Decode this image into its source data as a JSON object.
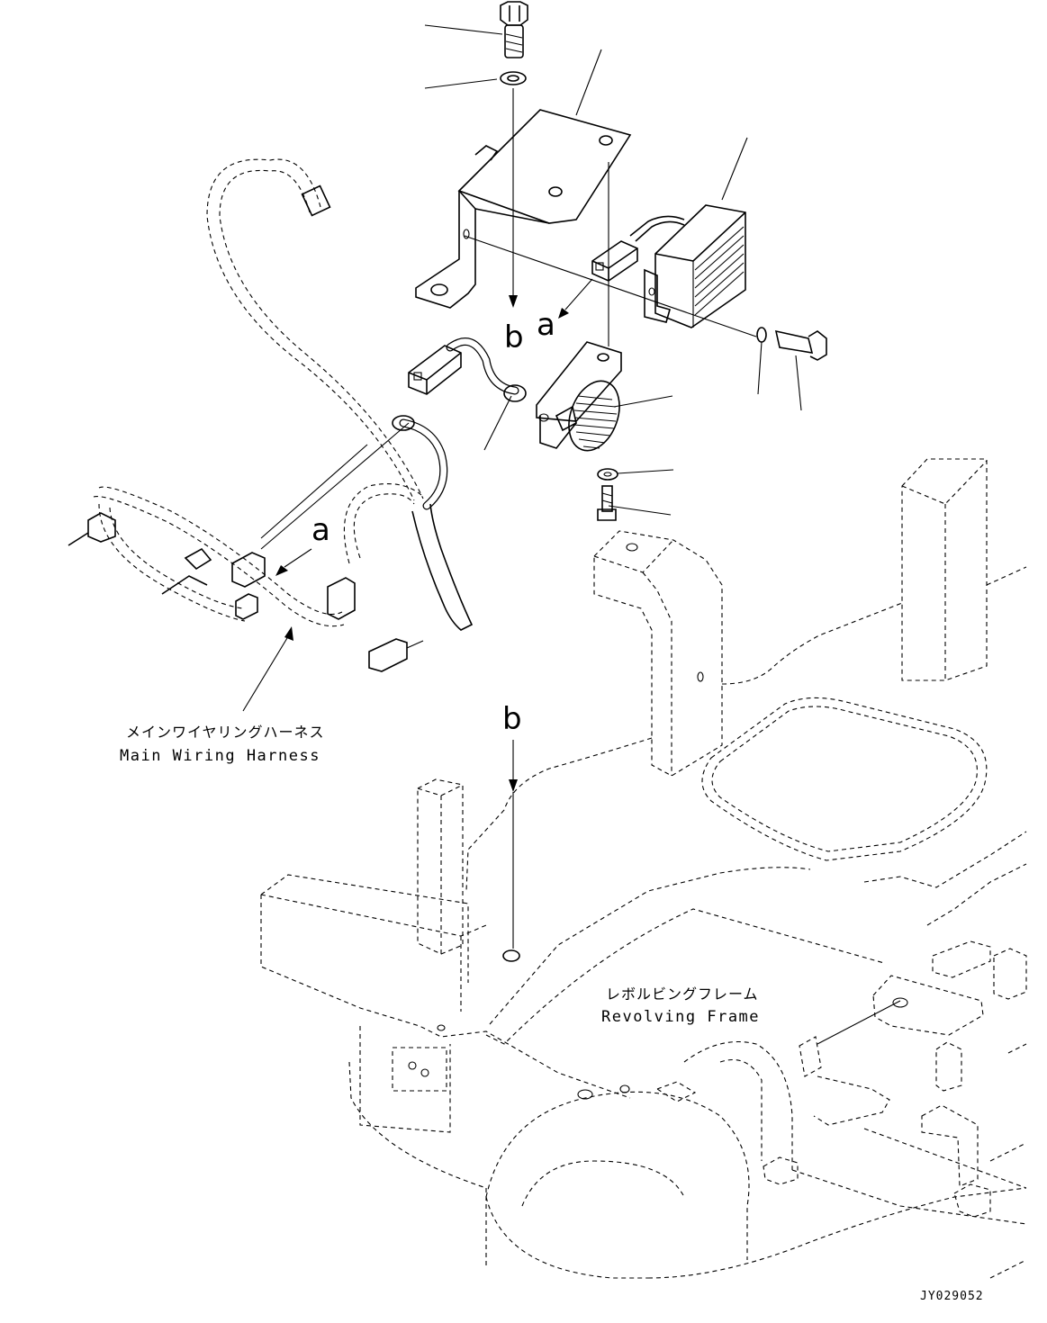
{
  "diagram": {
    "arrow_labels": {
      "a_top": "a",
      "b_top": "b",
      "a_left": "a",
      "b_center": "b"
    },
    "harness_label": {
      "japanese": "メインワイヤリングハーネス",
      "english": "Main Wiring Harness"
    },
    "frame_label": {
      "japanese": "レボルビングフレーム",
      "english": "Revolving Frame"
    },
    "figure_code": "JY029052"
  }
}
